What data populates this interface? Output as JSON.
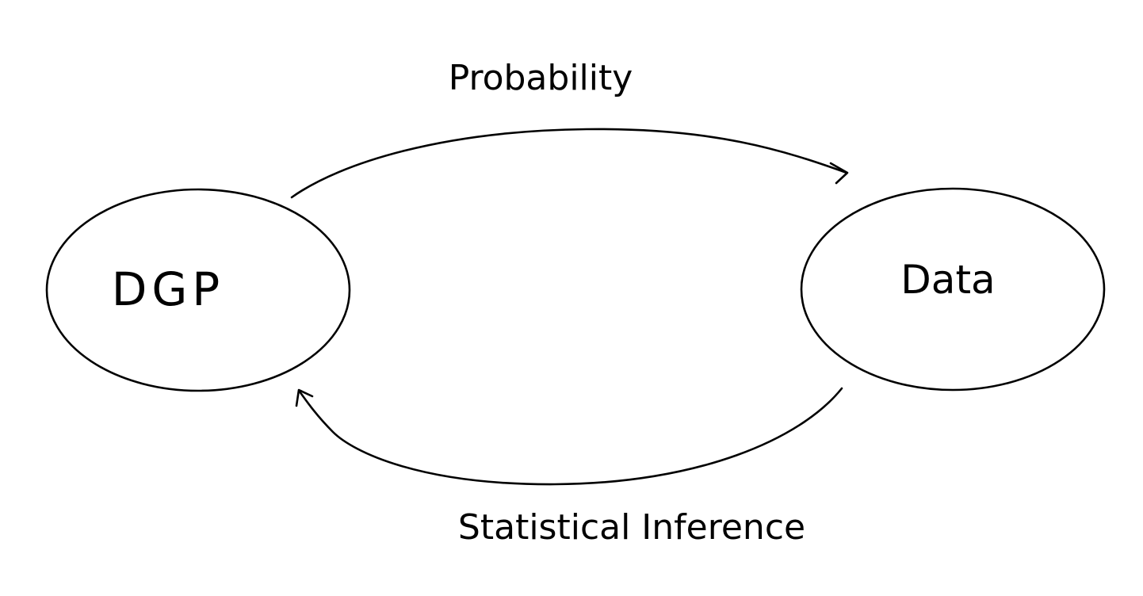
{
  "diagram": {
    "nodes": [
      {
        "id": "dgp",
        "label": "DGP"
      },
      {
        "id": "data",
        "label": "Data"
      }
    ],
    "edges": [
      {
        "from": "dgp",
        "to": "data",
        "label": "Probability"
      },
      {
        "from": "data",
        "to": "dgp",
        "label": "Statistical Inference"
      }
    ]
  },
  "colors": {
    "stroke": "#000000",
    "background": "#ffffff"
  }
}
